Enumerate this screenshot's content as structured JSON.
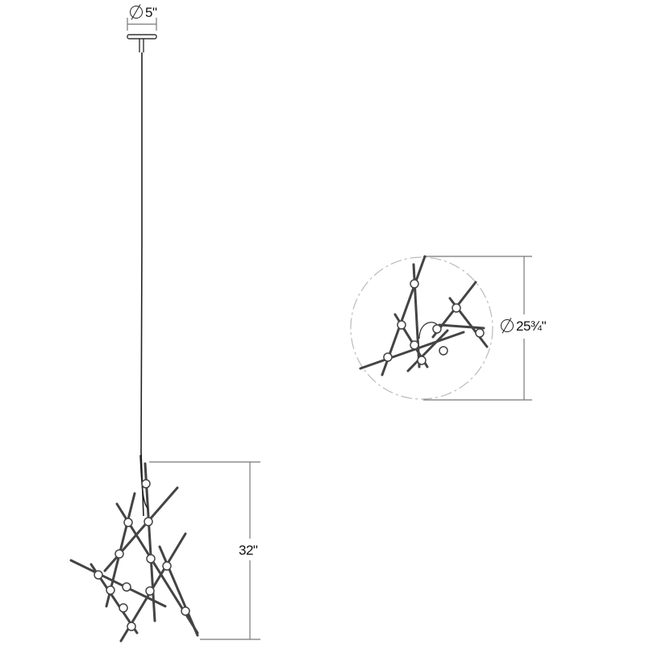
{
  "diagram": {
    "type": "product-dimension-drawing",
    "subject": "linear stick pendant chandelier",
    "views": [
      {
        "name": "elevation",
        "label": "side view"
      },
      {
        "name": "plan",
        "label": "bottom view"
      }
    ]
  },
  "dimensions": {
    "canopy_diameter": {
      "symbol": "diameter-icon",
      "value": "5\""
    },
    "fixture_diameter": {
      "symbol": "diameter-icon",
      "value": "25¾\""
    },
    "fixture_height": {
      "value": "32\""
    }
  },
  "colors": {
    "line": "#3a3a3a",
    "dimension_line": "#777777",
    "outline_circle": "#bbbbbb",
    "background": "#ffffff"
  }
}
